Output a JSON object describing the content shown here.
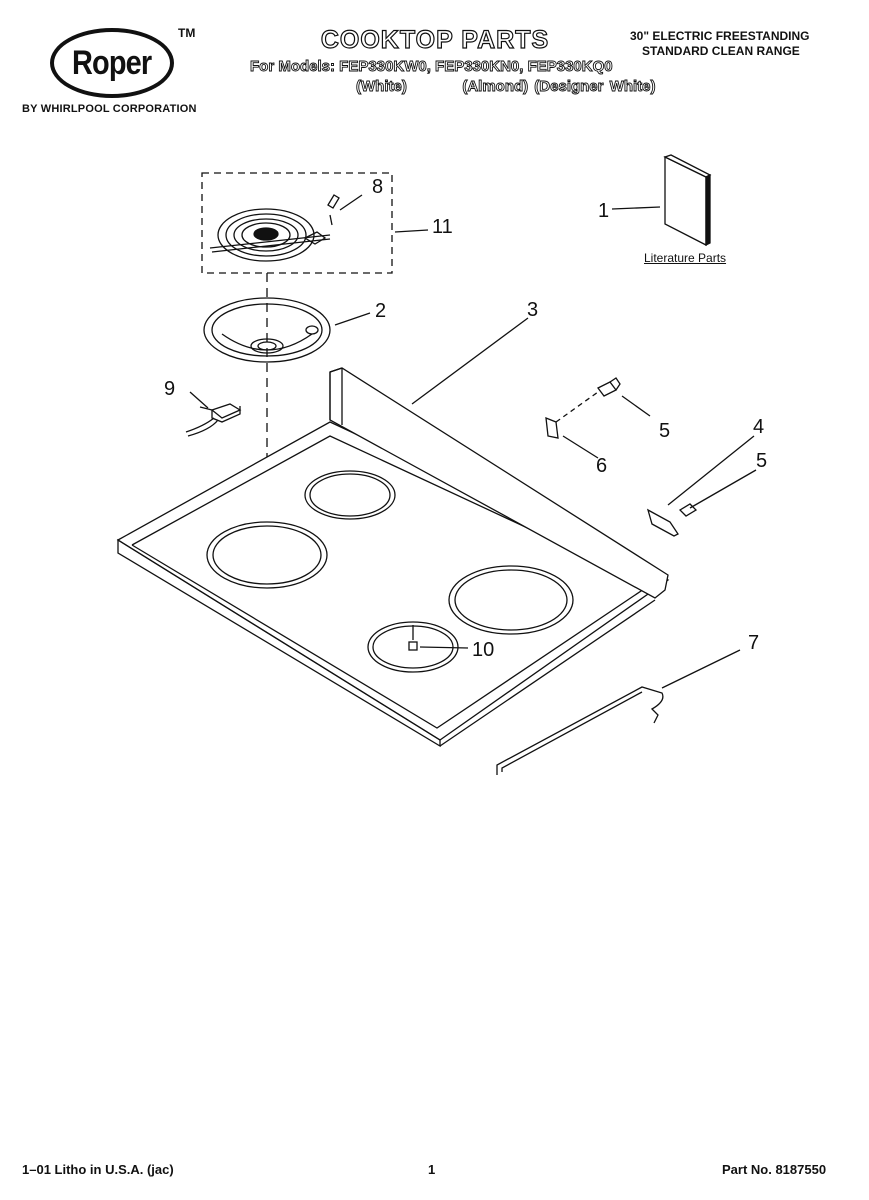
{
  "header": {
    "brand": "Roper",
    "trademark": "TM",
    "brand_sub": "BY WHIRLPOOL CORPORATION",
    "title": "COOKTOP PARTS",
    "models_line": "For Models: FEP330KW0, FEP330KN0, FEP330KQ0",
    "colors_line": "(White)         (Almond) (Designer White)",
    "range_line1": "30\" ELECTRIC FREESTANDING",
    "range_line2": "STANDARD CLEAN RANGE"
  },
  "diagram": {
    "literature_label": "Literature Parts",
    "callouts": [
      "1",
      "2",
      "3",
      "4",
      "5",
      "5",
      "6",
      "7",
      "8",
      "9",
      "10",
      "11"
    ]
  },
  "footer": {
    "left": "1–01 Litho in U.S.A. (jac)",
    "page": "1",
    "right": "Part No. 8187550"
  }
}
